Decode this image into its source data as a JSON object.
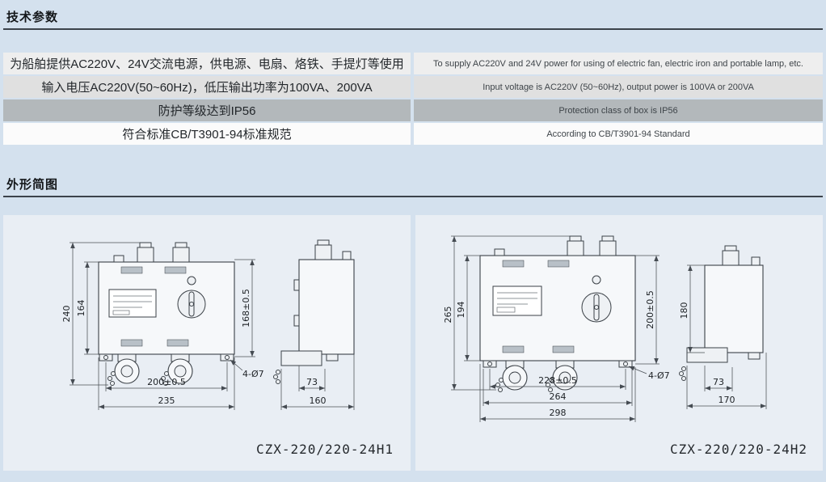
{
  "colors": {
    "page_bg": "#d4e1ee",
    "panel_bg": "#e9eef4",
    "row_light": "#eeeeee",
    "row_mid": "#e0e0e0",
    "row_dark": "#b3b8bb",
    "row_white": "#fbfbfb",
    "rule": "#3c434b"
  },
  "sections": {
    "tech": {
      "title": "技术参数",
      "rows": [
        {
          "cn": "为船舶提供AC220V、24V交流电源，供电源、电扇、烙铁、手提灯等使用",
          "en": "To supply AC220V and 24V power for using of electric fan, electric iron and portable lamp, etc."
        },
        {
          "cn": "输入电压AC220V(50~60Hz)，低压输出功率为100VA、200VA",
          "en": "Input voltage is AC220V (50~60Hz), output power is 100VA or 200VA"
        },
        {
          "cn": "防护等级达到IP56",
          "en": "Protection class of box is IP56"
        },
        {
          "cn": "符合标准CB/T3901-94标准规范",
          "en": "According to CB/T3901-94 Standard"
        }
      ]
    },
    "outline": {
      "title": "外形简图",
      "h1": {
        "model": "CZX-220/220-24H1",
        "dims": {
          "height_outer": "240",
          "height_inner": "164",
          "height_right": "168±0.5",
          "width_holes": "200±0.5",
          "width_overall": "235",
          "holes": "4-Ø7",
          "depth_holes": "73",
          "depth_overall": "160"
        }
      },
      "h2": {
        "model": "CZX-220/220-24H2",
        "dims": {
          "height_outer": "265",
          "height_inner": "194",
          "height_right": "200±0.5",
          "side_height": "180",
          "width_holes": "228±0.5",
          "width_mid": "264",
          "width_overall": "298",
          "holes": "4-Ø7",
          "depth_holes": "73",
          "depth_overall": "170"
        }
      }
    }
  }
}
